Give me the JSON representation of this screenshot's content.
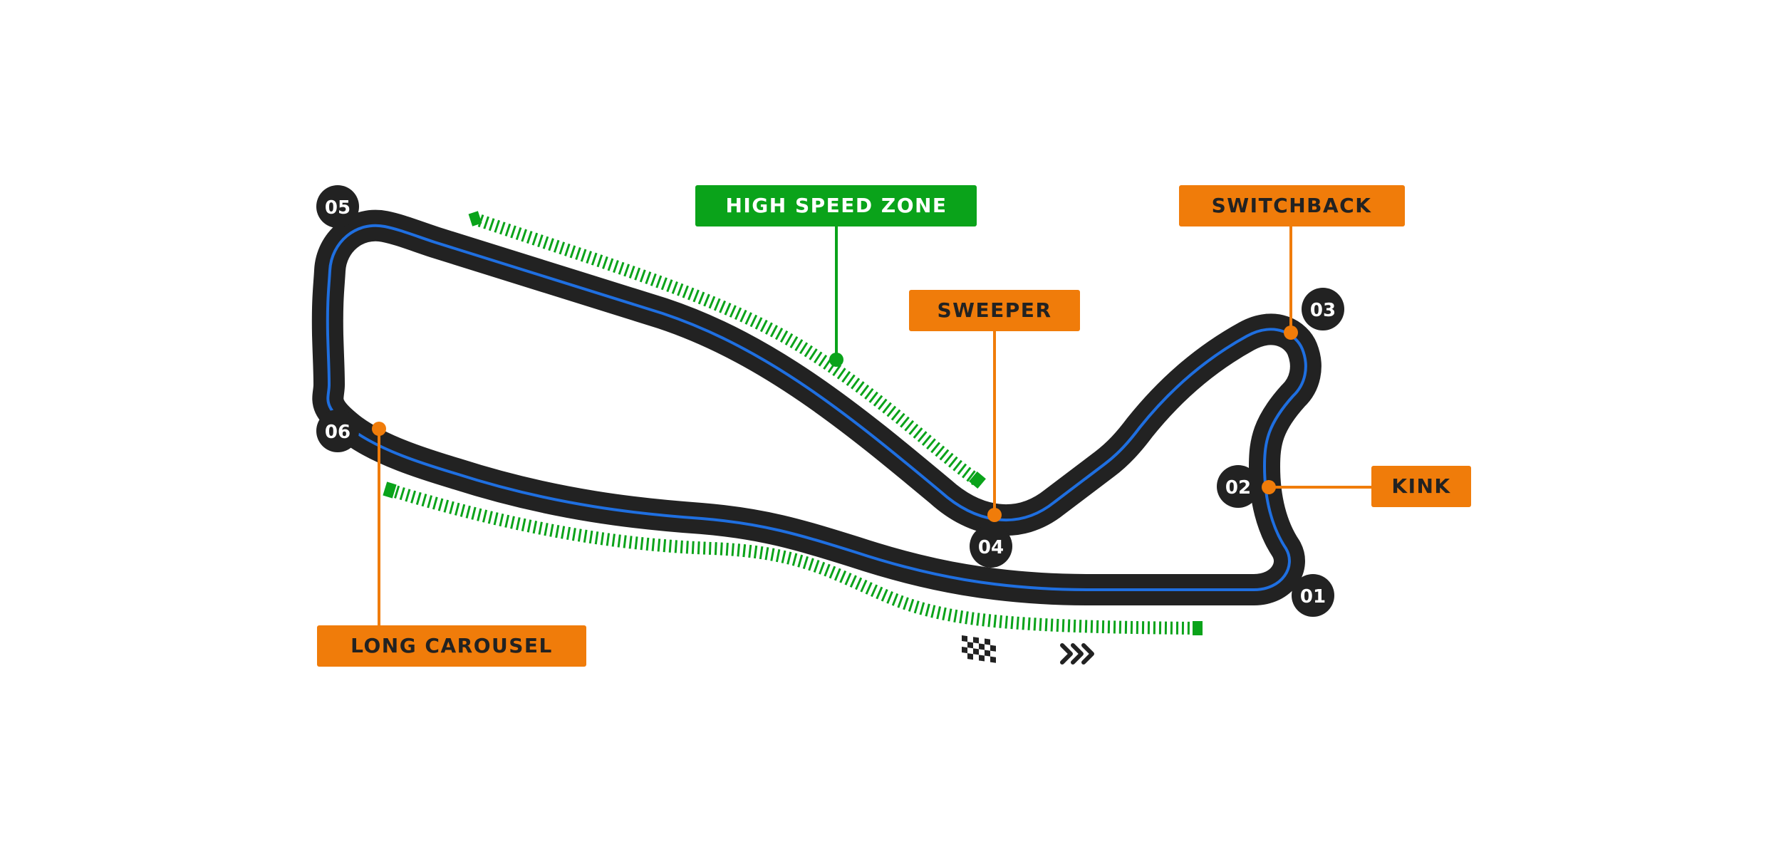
{
  "colors": {
    "background": "#ffffff",
    "track": "#222222",
    "racing_line": "#1f6fe0",
    "high_speed_zone": "#0aa31a",
    "callout_orange": "#f07c0a",
    "callout_green": "#0aa31a",
    "turn_marker": "#222222",
    "turn_text": "#ffffff",
    "label_text_dark": "#222222",
    "label_text_light": "#ffffff"
  },
  "turns": [
    {
      "id": "t01",
      "label": "01"
    },
    {
      "id": "t02",
      "label": "02"
    },
    {
      "id": "t03",
      "label": "03"
    },
    {
      "id": "t04",
      "label": "04"
    },
    {
      "id": "t05",
      "label": "05"
    },
    {
      "id": "t06",
      "label": "06"
    }
  ],
  "callouts": [
    {
      "id": "high-speed-zone",
      "label": "HIGH SPEED ZONE",
      "style": "green"
    },
    {
      "id": "switchback",
      "label": "SWITCHBACK",
      "style": "orange"
    },
    {
      "id": "sweeper",
      "label": "SWEEPER",
      "style": "orange"
    },
    {
      "id": "kink",
      "label": "KINK",
      "style": "orange"
    },
    {
      "id": "long-carousel",
      "label": "LONG CAROUSEL",
      "style": "orange"
    }
  ],
  "icons": {
    "start_finish": "checkered-flag-icon",
    "direction": "triple-chevron-right-icon"
  }
}
